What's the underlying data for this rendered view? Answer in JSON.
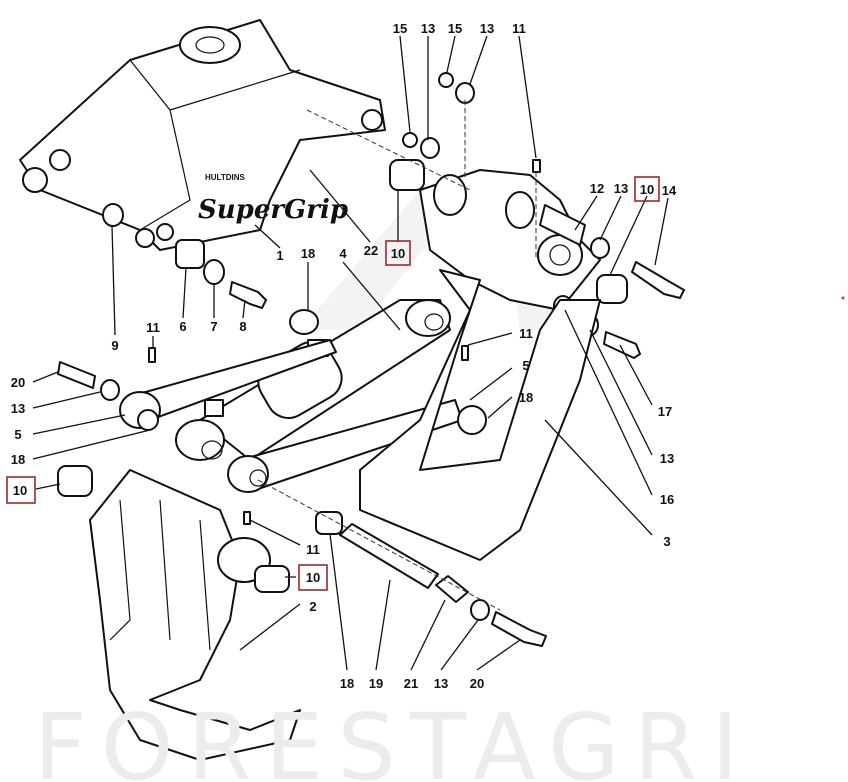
{
  "diagram": {
    "title": "Hultdins SuperGrip grapple exploded parts diagram",
    "logo": {
      "brand": "HULTDINS",
      "product": "SuperGrip"
    },
    "watermark": "FORESTAGRI",
    "highlight_color": "#9b2a2a",
    "callouts": {
      "top": [
        "15",
        "13",
        "15",
        "13",
        "11"
      ],
      "right_upper": [
        "12",
        "13",
        "10",
        "14"
      ],
      "bushing_top": "10",
      "mid_top": [
        "1",
        "18",
        "4",
        "22"
      ],
      "left_upper": [
        "9",
        "6",
        "7",
        "8",
        "11"
      ],
      "center_right": [
        "11",
        "5",
        "18"
      ],
      "left": [
        "20",
        "13",
        "5",
        "18",
        "10"
      ],
      "right": [
        "17",
        "13",
        "16",
        "3"
      ],
      "lower_center": [
        "11",
        "10",
        "2"
      ],
      "bottom": [
        "18",
        "19",
        "21",
        "13",
        "20"
      ]
    }
  }
}
